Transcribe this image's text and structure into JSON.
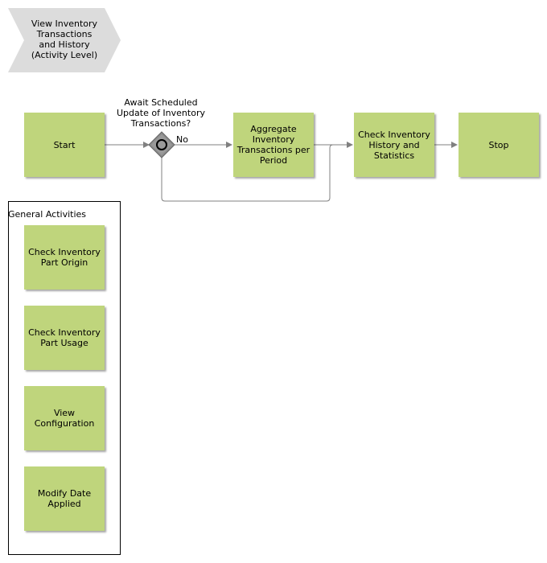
{
  "header": {
    "title": "View Inventory\nTransactions\nand History\n(Activity Level)"
  },
  "flow": {
    "start": "Start",
    "gateway_question": "Await Scheduled\nUpdate of Inventory\nTransactions?",
    "gateway_no_label": "No",
    "aggregate": "Aggregate\nInventory\nTransactions per\nPeriod",
    "check_history": "Check Inventory\nHistory and\nStatistics",
    "stop": "Stop"
  },
  "general_activities": {
    "title": "General Activities",
    "items": [
      {
        "label": "Check Inventory\nPart Origin"
      },
      {
        "label": "Check Inventory\nPart Usage"
      },
      {
        "label": "View\nConfiguration"
      },
      {
        "label": "Modify Date\nApplied"
      }
    ]
  },
  "colors": {
    "activity_fill": "#bfd57c",
    "header_fill": "#dcdcdc",
    "gateway_fill": "#8c8c8c",
    "connector": "#808080"
  }
}
